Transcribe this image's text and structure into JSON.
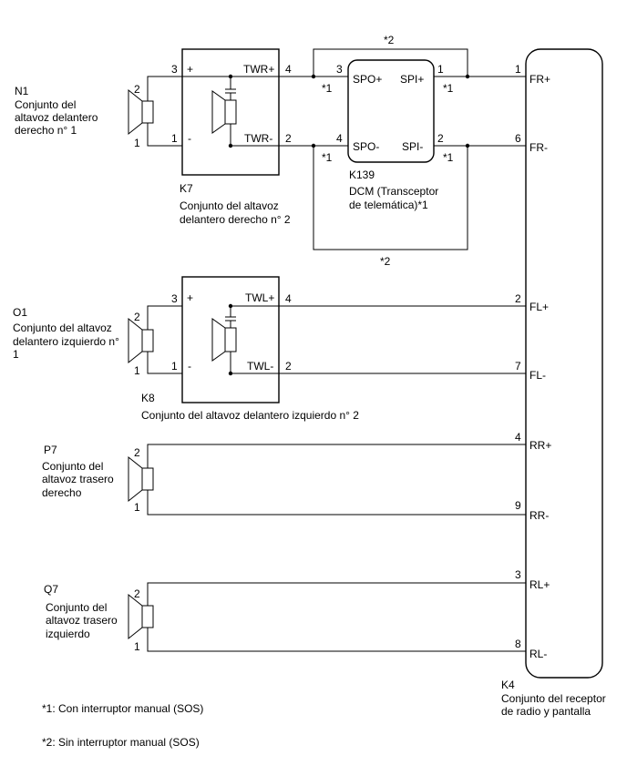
{
  "components": {
    "n1": {
      "code": "N1",
      "name_lines": [
        "Conjunto del",
        "altavoz delantero",
        "derecho n° 1"
      ],
      "pin_pos": "2",
      "pin_neg": "1"
    },
    "k7": {
      "code": "K7",
      "name_lines": [
        "Conjunto del altavoz",
        "delantero derecho n° 2"
      ],
      "pin3": "3",
      "pin1": "1",
      "pin4": "4",
      "pin2": "2",
      "plus": "+",
      "minus": "-",
      "twr_plus": "TWR+",
      "twr_minus": "TWR-"
    },
    "k139": {
      "code": "K139",
      "name_lines": [
        "DCM (Transceptor",
        "de telemática)*1"
      ],
      "pin3": "3",
      "pin4": "4",
      "pin1": "1",
      "pin2": "2",
      "spo_plus": "SPO+",
      "spo_minus": "SPO-",
      "spi_plus": "SPI+",
      "spi_minus": "SPI-"
    },
    "o1": {
      "code": "O1",
      "name_lines": [
        "Conjunto del altavoz",
        "delantero izquierdo n°",
        "1"
      ],
      "pin_pos": "2",
      "pin_neg": "1"
    },
    "k8": {
      "code": "K8",
      "name_line": "Conjunto del altavoz delantero izquierdo n° 2",
      "pin3": "3",
      "pin1": "1",
      "pin4": "4",
      "pin2": "2",
      "plus": "+",
      "minus": "-",
      "twl_plus": "TWL+",
      "twl_minus": "TWL-"
    },
    "p7": {
      "code": "P7",
      "name_lines": [
        "Conjunto del",
        "altavoz trasero",
        "derecho"
      ],
      "pin_pos": "2",
      "pin_neg": "1"
    },
    "q7": {
      "code": "Q7",
      "name_lines": [
        "Conjunto del",
        "altavoz trasero",
        "izquierdo"
      ],
      "pin_pos": "2",
      "pin_neg": "1"
    },
    "k4": {
      "code": "K4",
      "name_lines": [
        "Conjunto del receptor",
        "de radio y pantalla"
      ],
      "terminals": [
        {
          "pin": "1",
          "label": "FR+"
        },
        {
          "pin": "6",
          "label": "FR-"
        },
        {
          "pin": "2",
          "label": "FL+"
        },
        {
          "pin": "7",
          "label": "FL-"
        },
        {
          "pin": "4",
          "label": "RR+"
        },
        {
          "pin": "9",
          "label": "RR-"
        },
        {
          "pin": "3",
          "label": "RL+"
        },
        {
          "pin": "8",
          "label": "RL-"
        }
      ]
    }
  },
  "markers": {
    "star1": "*1",
    "star2": "*2"
  },
  "notes": [
    "*1: Con interruptor manual (SOS)",
    "*2: Sin interruptor manual (SOS)"
  ]
}
